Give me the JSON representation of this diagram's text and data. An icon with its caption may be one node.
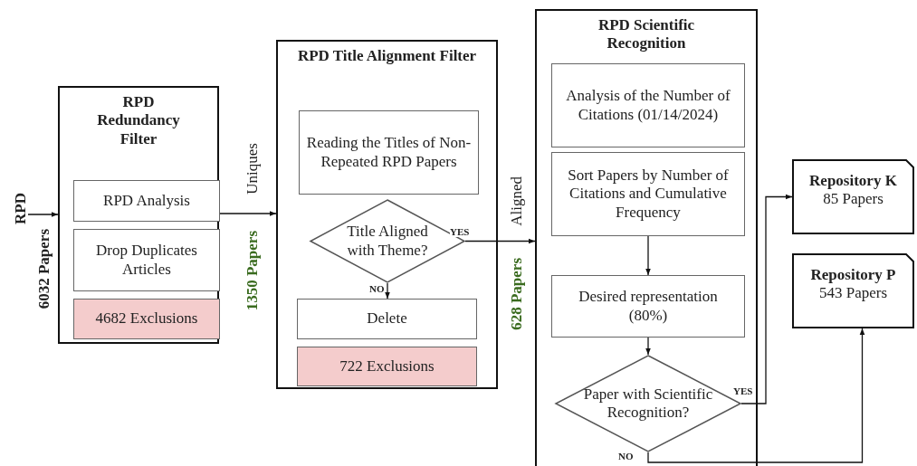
{
  "diagram": {
    "nodes": [
      {
        "text": [
          "RPD"
        ],
        "beside": [
          "6032 Papers"
        ]
      },
      {
        "text": [
          "RPD Redundancy Filter"
        ]
      },
      {
        "text": [
          "RPD Analysis"
        ],
        "in": 1
      },
      {
        "text": [
          "Drop Duplicates Articles"
        ],
        "in": 1
      },
      {
        "text": [
          "4682 Exclusions"
        ],
        "in": 1
      },
      {
        "text": [
          "RPD Title Alignment Filter"
        ]
      },
      {
        "text": [
          "Reading the Titles of Non-Repeated RPD Papers"
        ],
        "in": 5
      },
      {
        "text": [
          "Title Aligned with Theme?"
        ],
        "in": 5
      },
      {
        "text": [
          "Delete"
        ],
        "in": 5
      },
      {
        "text": [
          "722 Exclusions"
        ],
        "in": 5
      },
      {
        "text": [
          "RPD Scientific Recognition"
        ]
      },
      {
        "text": [
          "Analysis of the Number of Citations (01/14/2024)"
        ],
        "in": 10
      },
      {
        "text": [
          "Sort Papers by Number of Citations and Cumulative Frequency"
        ],
        "in": 10
      },
      {
        "text": [
          "Desired representation (80%)"
        ],
        "in": 10
      },
      {
        "text": [
          "Paper with Scientific Recognition?"
        ],
        "in": 10
      },
      {
        "text": [
          "Repository K",
          "85 Papers"
        ]
      },
      {
        "text": [
          "Repository P",
          "543 Papers"
        ]
      }
    ],
    "edges": [
      {
        "from": 0,
        "to": 1,
        "arrow": "to"
      },
      {
        "from": 1,
        "to": 5,
        "arrow": "to",
        "label": "Uniques"
      },
      {
        "from": 7,
        "to": 8,
        "arrow": "to",
        "label": "NO"
      },
      {
        "from": 7,
        "to": 10,
        "arrow": "to",
        "label": "YES"
      },
      {
        "from": 12,
        "to": 13,
        "arrow": "to"
      },
      {
        "from": 13,
        "to": 14,
        "arrow": "to"
      },
      {
        "from": 14,
        "to": 15,
        "arrow": "to",
        "label": "YES"
      },
      {
        "from": 14,
        "to": 16,
        "arrow": "to",
        "label": "NO"
      }
    ],
    "labels": [
      "1350 Papers",
      "Aligned",
      "628 Papers"
    ]
  }
}
